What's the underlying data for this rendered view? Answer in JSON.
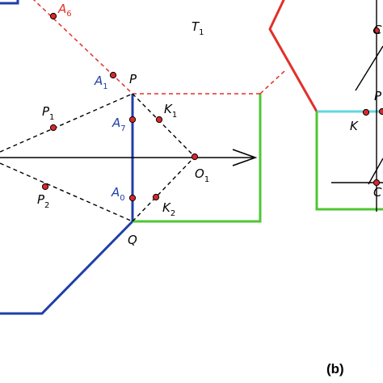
{
  "colors": {
    "blue": "#1f3fa8",
    "red": "#e0312b",
    "green": "#4fc633",
    "cyan": "#5fd8e0",
    "black": "#000000",
    "dot_fill": "#d9282a"
  },
  "labels": {
    "panel": "(b)",
    "T1": {
      "main": "T",
      "sub": "1"
    },
    "A6": {
      "main": "A",
      "sub": "6"
    },
    "A1": {
      "main": "A",
      "sub": "1"
    },
    "P": {
      "main": "P",
      "sub": ""
    },
    "K1": {
      "main": "K",
      "sub": "1"
    },
    "P1": {
      "main": "P",
      "sub": "1"
    },
    "A7": {
      "main": "A",
      "sub": "7"
    },
    "O1": {
      "main": "O",
      "sub": "1"
    },
    "A0": {
      "main": "A",
      "sub": "0"
    },
    "P2": {
      "main": "P",
      "sub": "2"
    },
    "K2": {
      "main": "K",
      "sub": "2"
    },
    "Q": {
      "main": "Q",
      "sub": ""
    },
    "K_right": {
      "main": "K",
      "sub": ""
    },
    "C_top": {
      "main": "C",
      "sub": ""
    },
    "C_bottom": {
      "main": "C",
      "sub": ""
    },
    "P_right": {
      "main": "P",
      "sub": ""
    }
  }
}
